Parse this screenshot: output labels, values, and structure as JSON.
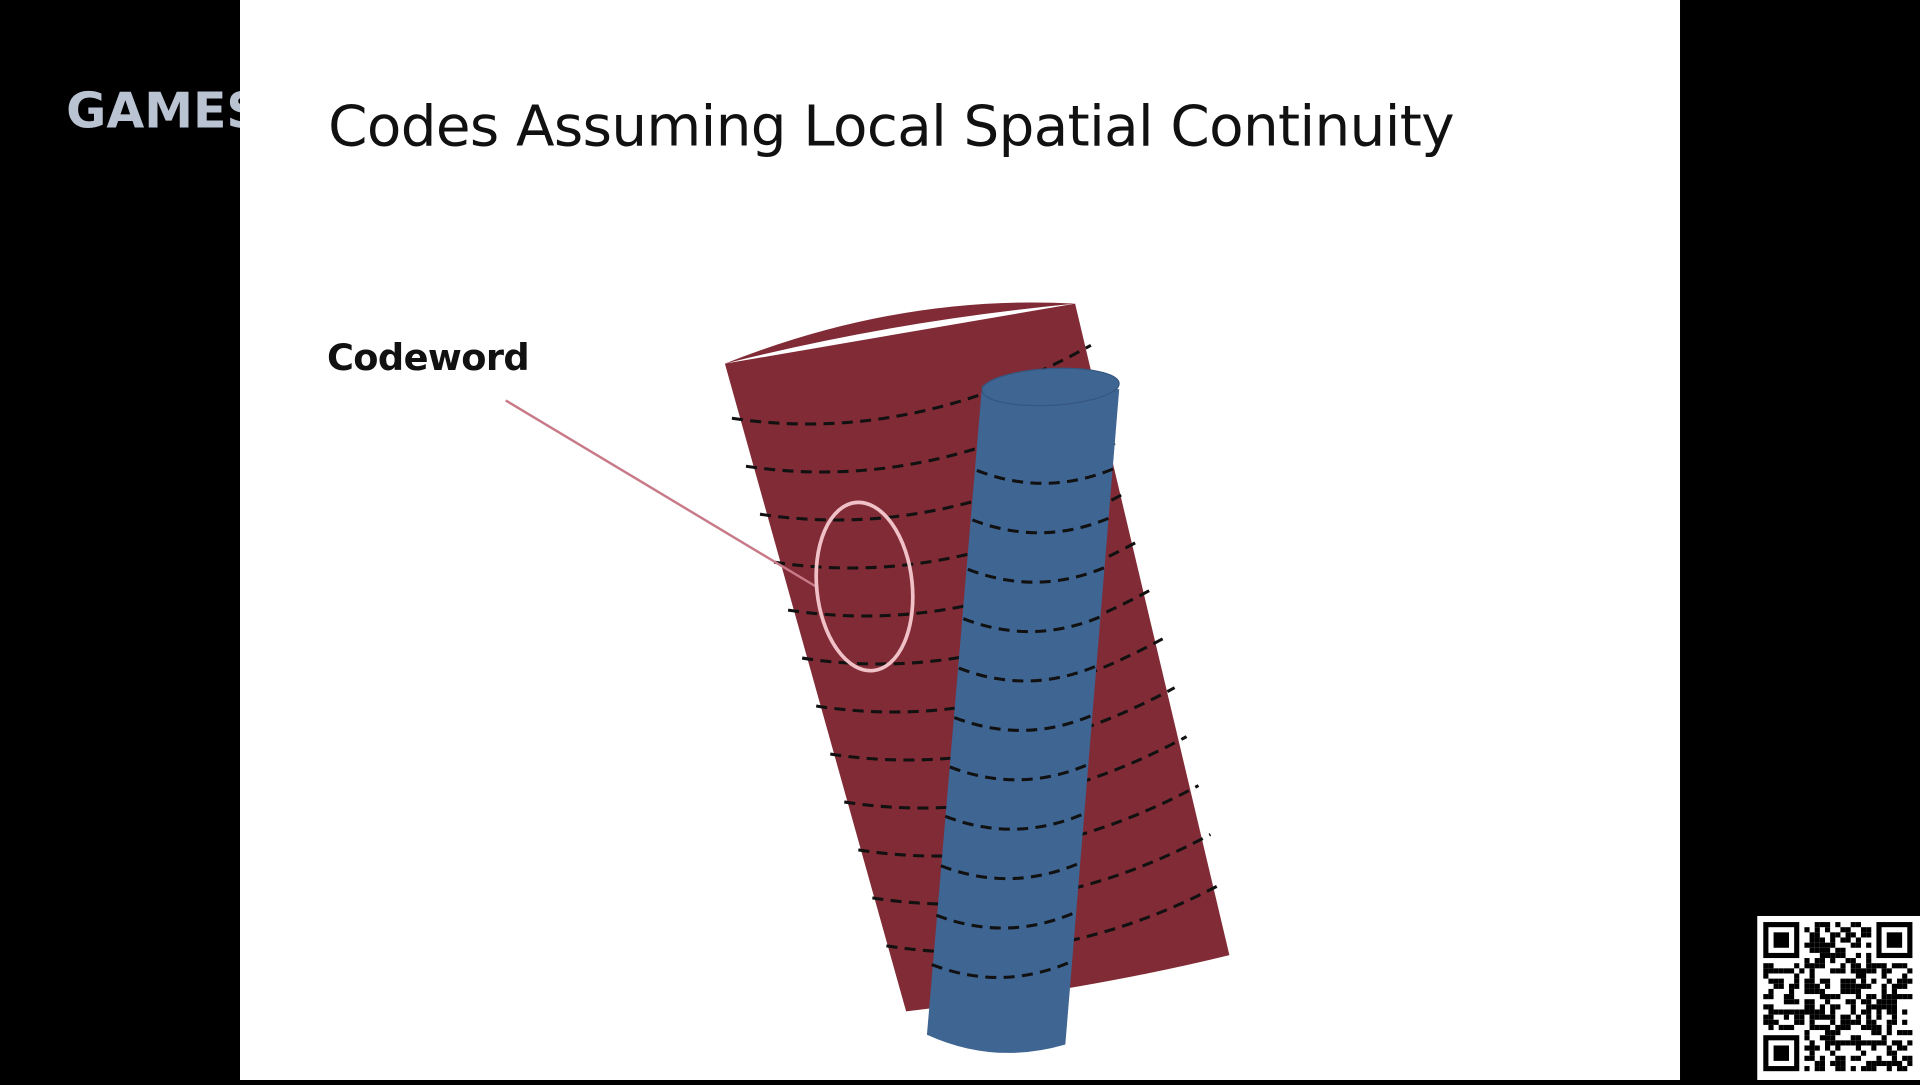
{
  "slide": {
    "title": "Codes Assuming Local Spatial Continuity",
    "label": "Codeword"
  },
  "logo": {
    "text": "GAMES"
  },
  "colors": {
    "background": "#000000",
    "slide": "#ffffff",
    "red_cylinder": "#802b35",
    "blue_cylinder": "#3f6593",
    "highlight_ellipse": "#f0c2c8",
    "pointer_line": "#c97a88"
  },
  "figure": {
    "stripe_style": "dashed",
    "large_cylinder_stripe_count": 12,
    "small_cylinder_stripe_count": 11
  },
  "icons": {
    "qr": "qr-code-icon"
  }
}
